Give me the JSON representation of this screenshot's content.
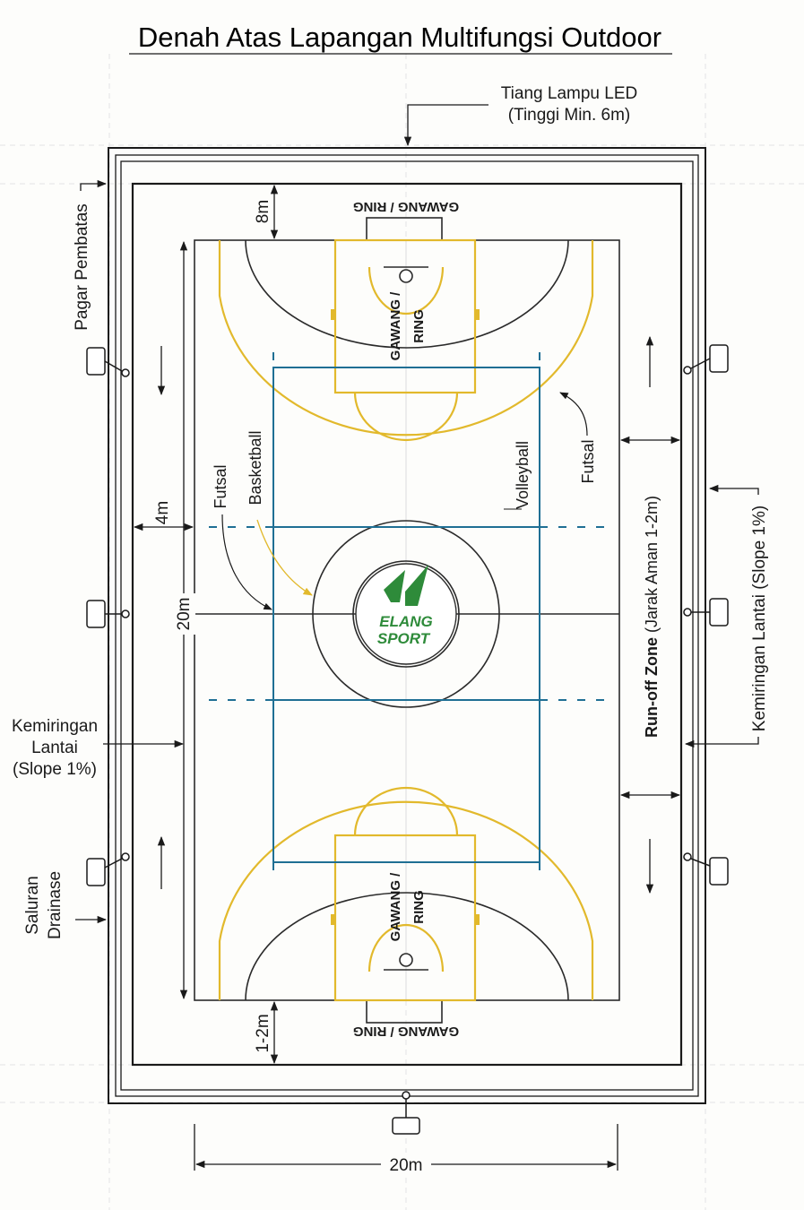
{
  "title": "Denah Atas Lapangan Multifungsi Outdoor",
  "labels": {
    "lamp_line1": "Tiang Lampu LED",
    "lamp_line2": "(Tinggi Min. 6m)",
    "fence": "Pagar Pembatas",
    "goal_top": "GAWANG / RING",
    "goal_bottom": "GAWANG / RING",
    "goal_inner_line1": "GAWANG /",
    "goal_inner_line2": "RING",
    "futsal_left": "Futsal",
    "basketball": "Basketball",
    "volleyball": "Volleyball",
    "futsal_right": "Futsal",
    "runoff_bold": "Run-off Zone",
    "runoff_rest": " (Jarak Aman 1-2m)",
    "slope_right": "Kemiringan Lantai (Slope 1%)",
    "slope_left_line1": "Kemiringan",
    "slope_left_line2": "Lantai",
    "slope_left_line3": "(Slope 1%)",
    "drain_line1": "Saluran",
    "drain_line2": "Drainase"
  },
  "dimensions": {
    "top_margin": "8m",
    "side_margin": "4m",
    "court_length": "20m",
    "bottom_margin": "1-2m",
    "court_width": "20m"
  },
  "logo": {
    "line1": "ELANG",
    "line2": "SPORT"
  },
  "colors": {
    "basketball_lines": "#e2b92c",
    "volleyball_lines": "#1f6f94",
    "futsal_lines": "#2a2a2a",
    "logo_green": "#2e8b3a"
  }
}
